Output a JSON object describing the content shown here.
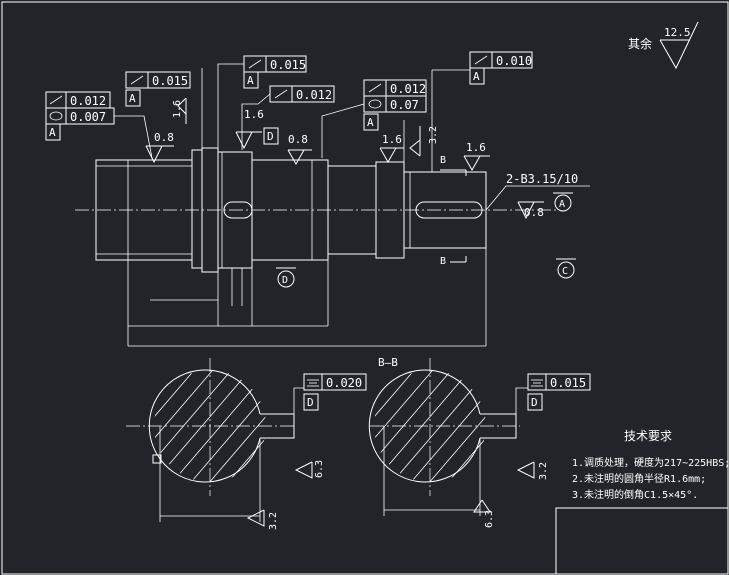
{
  "colors": {
    "background": "#212529",
    "lines": "#ffffff"
  },
  "roughness": {
    "others_label": "其余",
    "others_value": "12.5"
  },
  "callouts": {
    "left_runout_value": "0.012",
    "left_cyl_value": "0.007",
    "left_datum": "A",
    "bearing_runout_value": "0.015",
    "bearing_datum": "A",
    "shoulder_runout_value": "0.015",
    "shoulder_datum": "A",
    "mid_runout_value": "0.012",
    "mid_datum": "D",
    "right_runout_value": "0.012",
    "right_cyl_value": "0.07",
    "right_datum": "A",
    "top_runout_value": "0.010",
    "top_datum": "A"
  },
  "surface_marks": {
    "left_finish": "0.8",
    "left_shoulder_finish": "1.6",
    "mid_finish_a": "1.6",
    "mid_finish_b": "0.8",
    "right_finish_a": "1.6",
    "right_finish_b": "3.2",
    "right_finish_c": "1.6",
    "center_finish": "0.8"
  },
  "centerhole": {
    "spec": "2-B3.15/10"
  },
  "datums": {
    "d": "D",
    "c": "C",
    "a": "A"
  },
  "section": {
    "label_top": "B",
    "label_bottom": "B",
    "title": "B—B",
    "left_sym_value": "0.020",
    "left_sym_datum": "D",
    "right_sym_value": "0.015",
    "right_sym_datum": "D",
    "left_rough_side": "6.3",
    "left_rough_bottom": "3.2",
    "right_rough_side": "3.2",
    "right_rough_bottom": "6.3"
  },
  "tech": {
    "title": "技术要求",
    "line1": "1.调质处理，硬度为217~225HBS;",
    "line2": "2.未注明的圆角半径R1.6mm;",
    "line3": "3.未注明的倒角C1.5×45°."
  }
}
